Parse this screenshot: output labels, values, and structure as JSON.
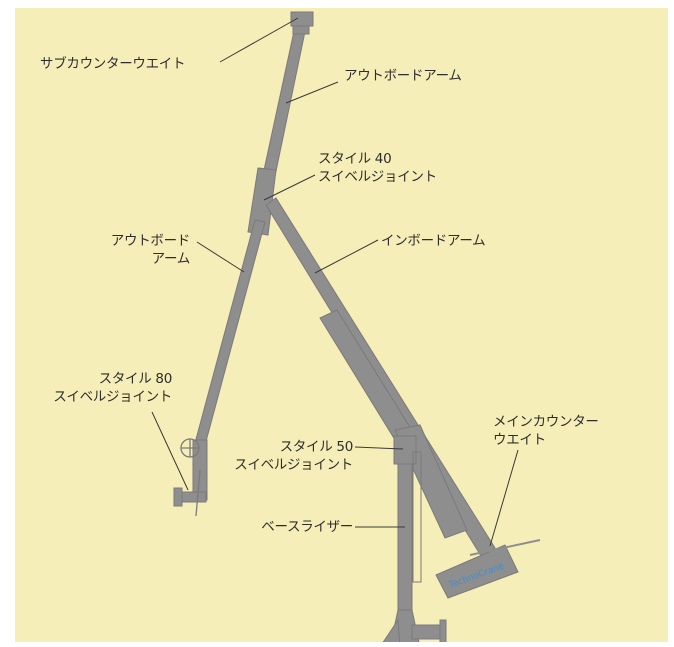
{
  "colors": {
    "background": "#f6eeb8",
    "arm": "#8e8e8e",
    "arm_edge": "#7a7a7a",
    "leader": "#3a3a3a",
    "text": "#2d2d2d",
    "logo": "#3d8fd6"
  },
  "labels": {
    "sub_counterweight": "サブカウンターウエイト",
    "outboard_arm_upper": "アウトボードアーム",
    "style40_line1": "スタイル 40",
    "style40_line2": "スイベルジョイント",
    "outboard_arm_left_line1": "アウトボード",
    "outboard_arm_left_line2": "アーム",
    "inboard_arm": "インボードアーム",
    "style80_line1": "スタイル 80",
    "style80_line2": "スイベルジョイント",
    "main_counterweight_line1": "メインカウンター",
    "main_counterweight_line2": "ウエイト",
    "style50_line1": "スタイル 50",
    "style50_line2": "スイベルジョイント",
    "base_riser": "ベースライザー"
  }
}
